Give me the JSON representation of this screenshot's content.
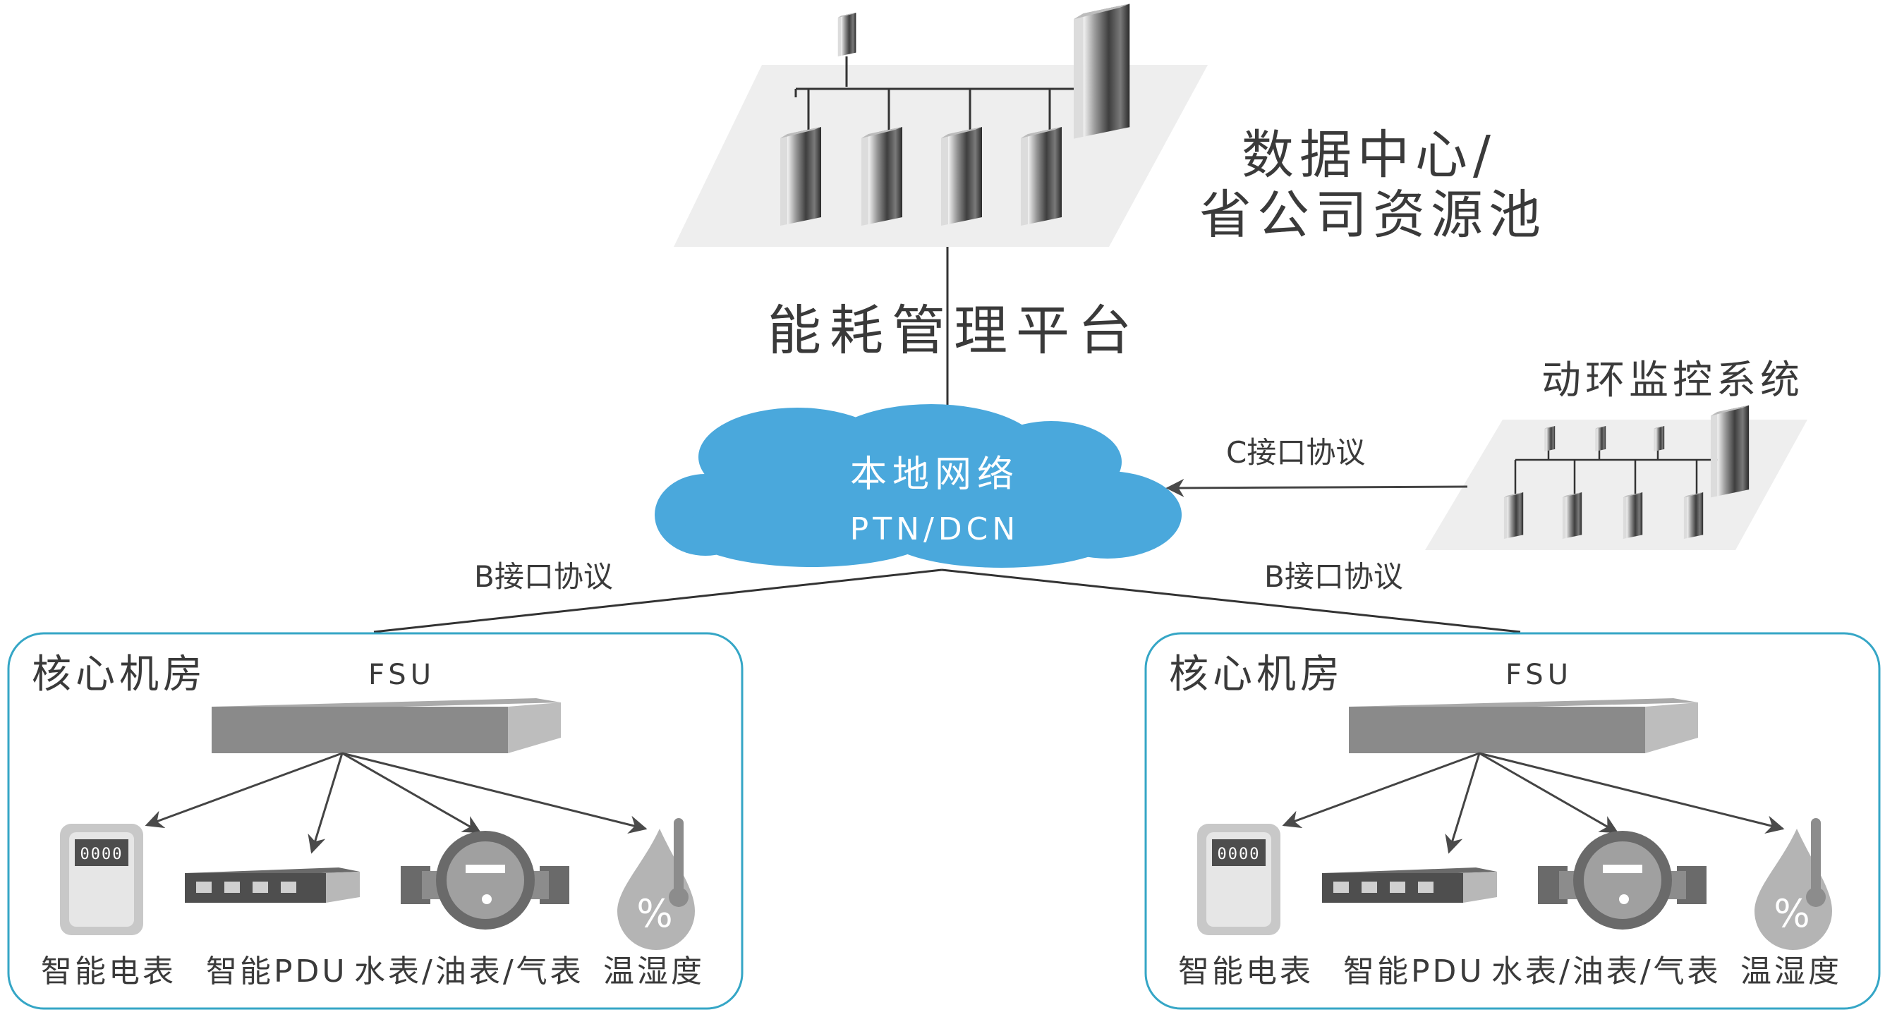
{
  "datacenter": {
    "line1": "数据中心/",
    "line2": "省公司资源池"
  },
  "platform": {
    "label": "能耗管理平台"
  },
  "network": {
    "line1": "本地网络",
    "line2": "PTN/DCN"
  },
  "monitoring": {
    "label": "动环监控系统",
    "link_label": "C接口协议"
  },
  "links": {
    "left": "B接口协议",
    "right": "B接口协议"
  },
  "rooms": [
    {
      "title": "核心机房",
      "fsu": "FSU",
      "meter_digits": "0000",
      "devices": [
        "智能电表",
        "智能PDU",
        "水表/油表/气表",
        "温湿度"
      ]
    },
    {
      "title": "核心机房",
      "fsu": "FSU",
      "meter_digits": "0000",
      "devices": [
        "智能电表",
        "智能PDU",
        "水表/油表/气表",
        "温湿度"
      ]
    }
  ],
  "colors": {
    "cloud": "#4aa8dc",
    "room_border": "#35a6c6",
    "plate": "#eeeeee",
    "fsu_body": "#8a8a8a",
    "device_gray": "#b4b4b4",
    "text": "#3a3a3a"
  },
  "icons": [
    "server-rack-icon",
    "cloud-icon",
    "fsu-box-icon",
    "electric-meter-icon",
    "pdu-icon",
    "flow-meter-icon",
    "thermo-hygrometer-icon"
  ]
}
